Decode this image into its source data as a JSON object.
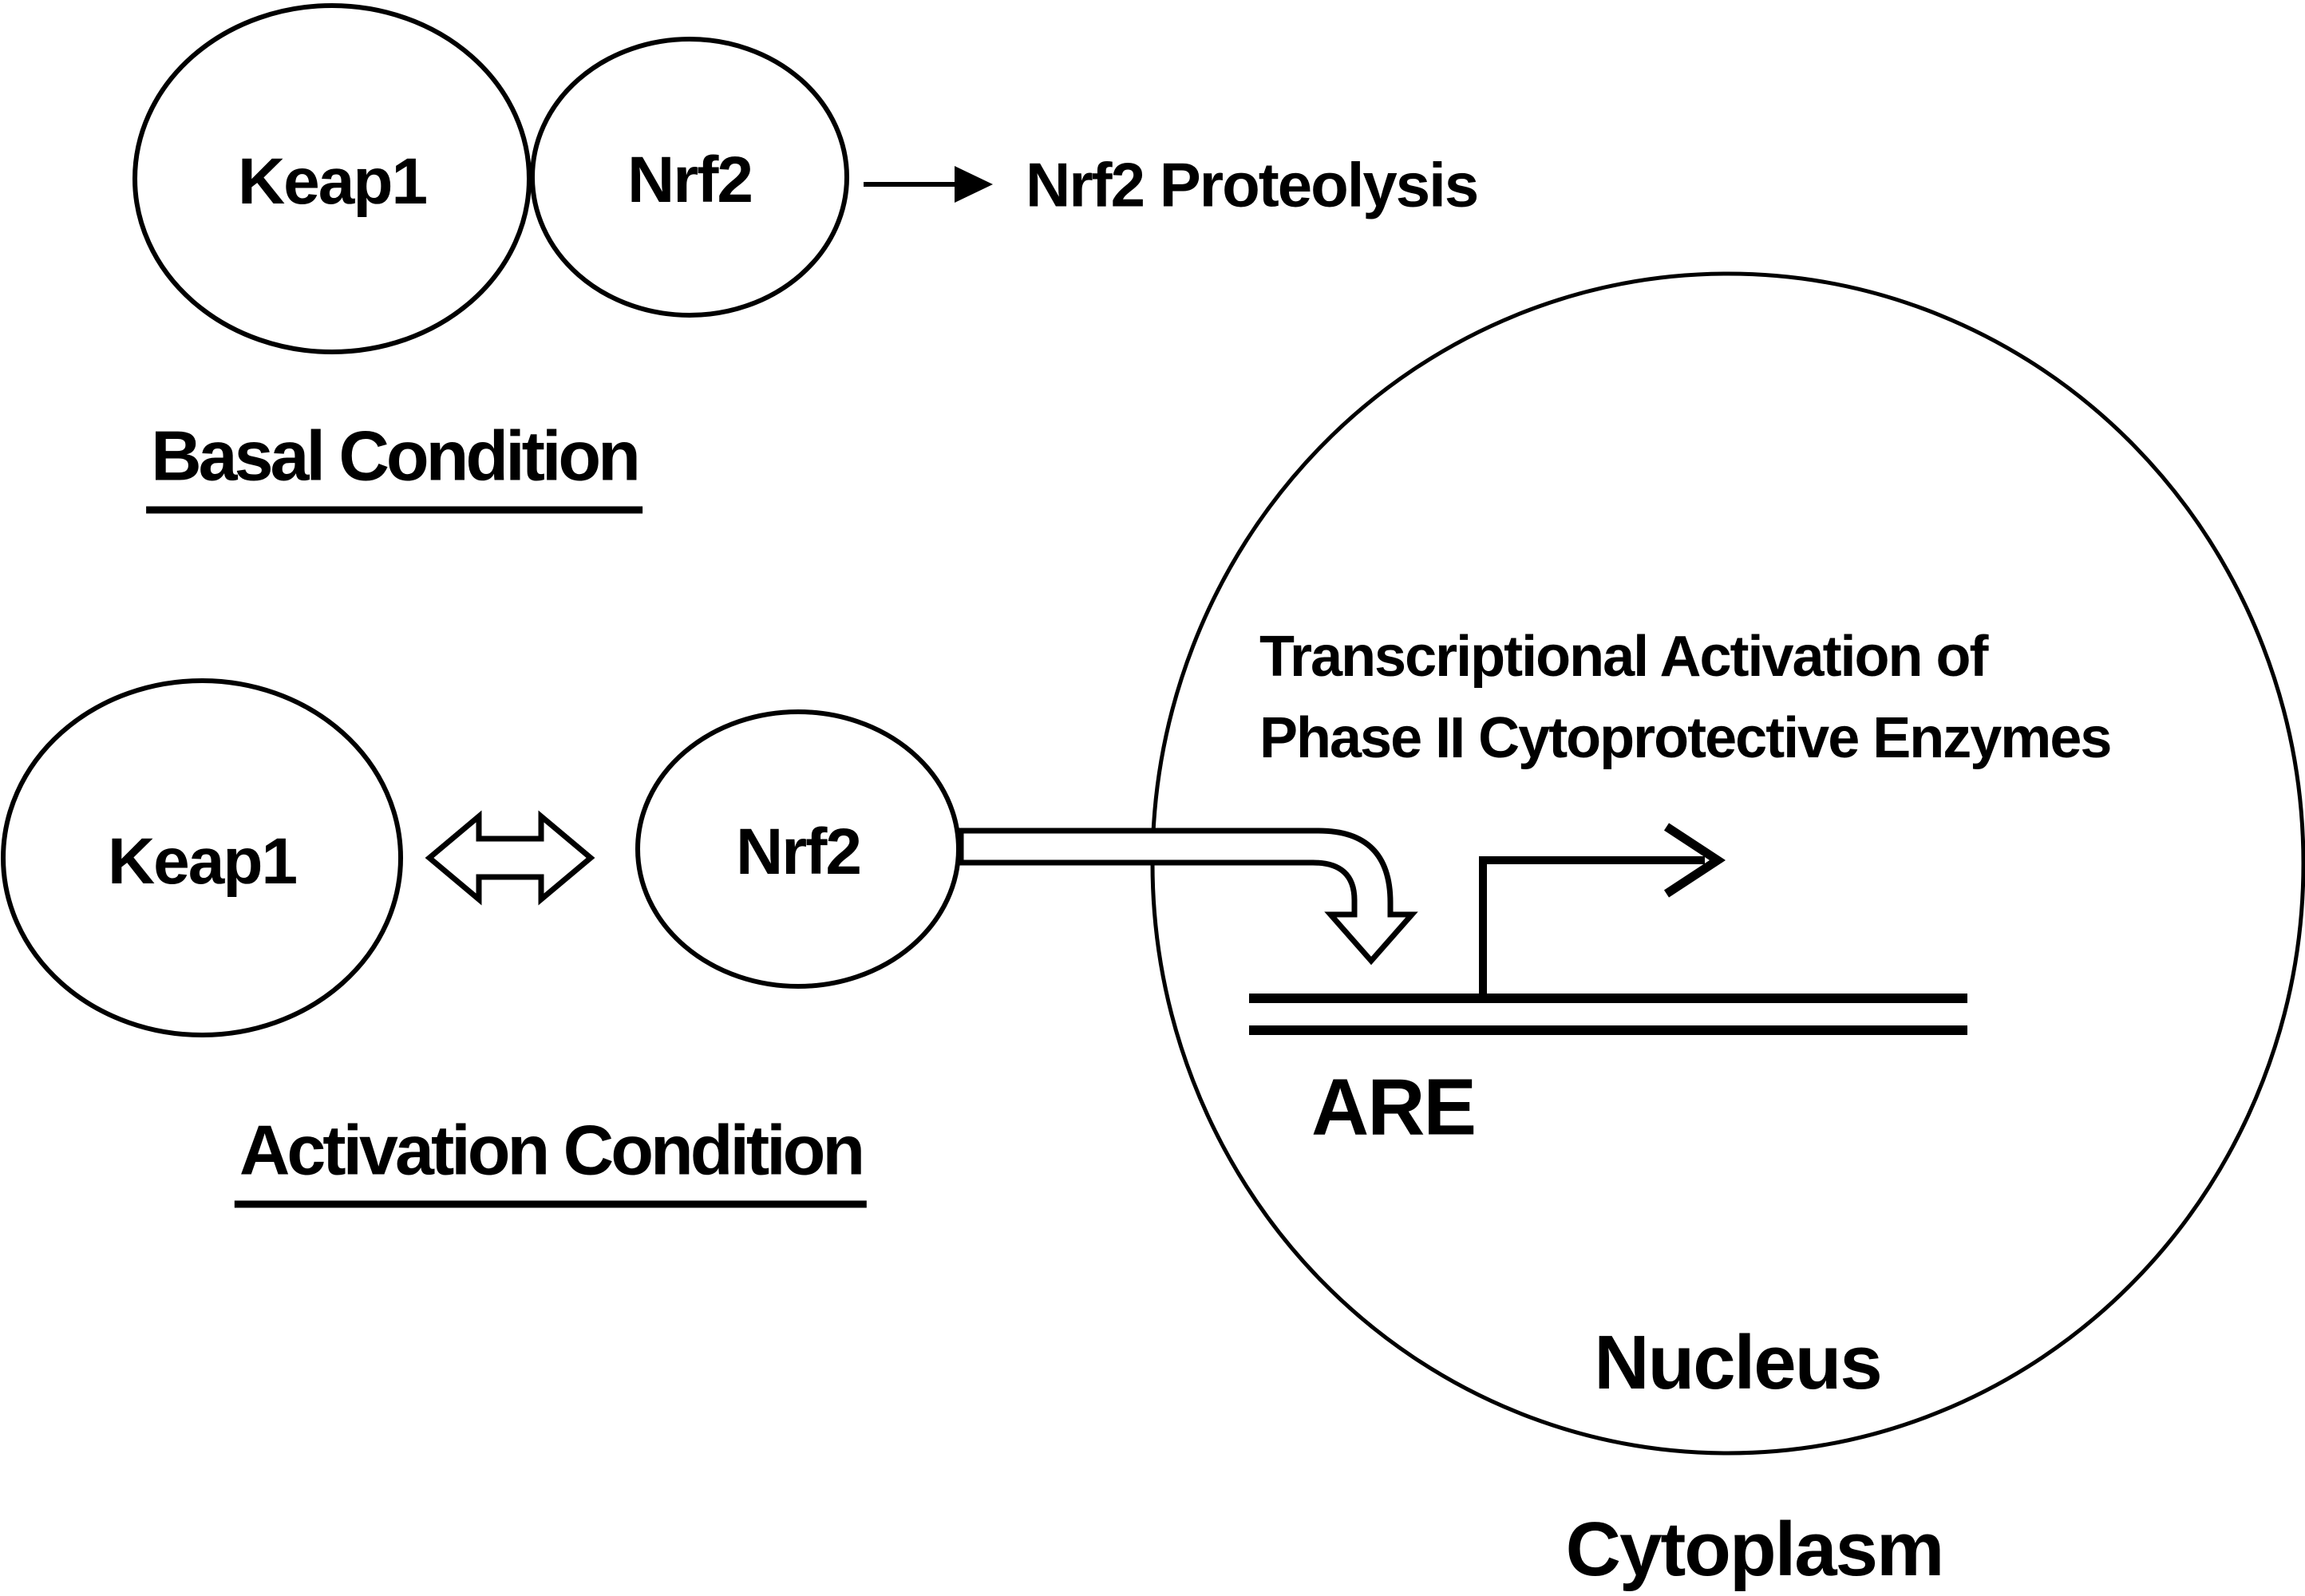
{
  "figure": {
    "background": "#ffffff",
    "ink": "#000000"
  },
  "basal": {
    "keap1": "Keap1",
    "nrf2": "Nrf2",
    "proteolysis": "Nrf2 Proteolysis",
    "caption": "Basal Condition"
  },
  "activation": {
    "keap1": "Keap1",
    "nrf2": "Nrf2",
    "caption": "Activation Condition"
  },
  "nucleus": {
    "heading_line1": "Transcriptional Activation of",
    "heading_line2": "Phase II Cytoprotective Enzymes",
    "are": "ARE",
    "label": "Nucleus"
  },
  "cytoplasm": {
    "label": "Cytoplasm"
  }
}
